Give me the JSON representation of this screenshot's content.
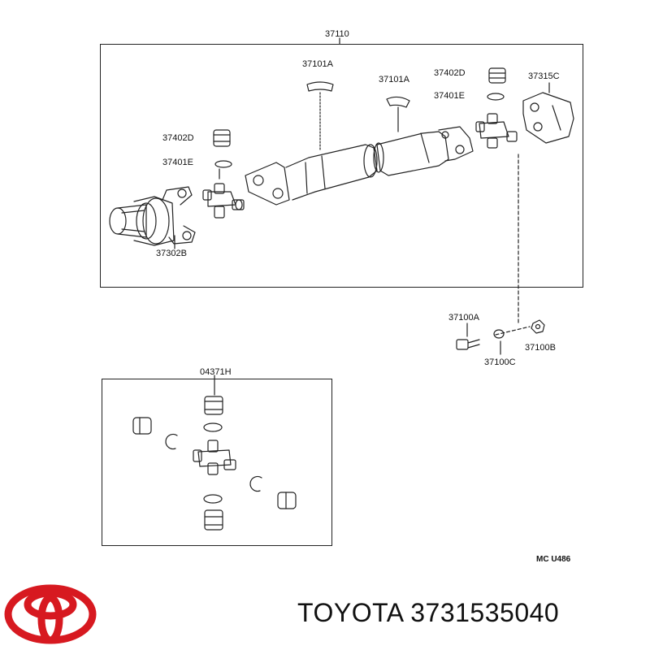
{
  "labels": {
    "assembly": "37110",
    "center_bearing_a": "37101A",
    "center_bearing_a2": "37101A",
    "bearing_cup_d_right": "37402D",
    "snap_ring_e_right": "37401E",
    "flange_yoke": "37315C",
    "bearing_cup_d_left": "37402D",
    "snap_ring_e_left": "37401E",
    "sleeve_yoke": "37302B",
    "bolt": "37100A",
    "washer": "37100C",
    "nut": "37100B",
    "spider_kit": "04371H"
  },
  "diagram_code": "MC  U486",
  "brand": {
    "name": "TOYOTA",
    "part_number": "3731535040",
    "footer_text": "TOYOTA 3731535040",
    "logo_color": "#d71920"
  }
}
